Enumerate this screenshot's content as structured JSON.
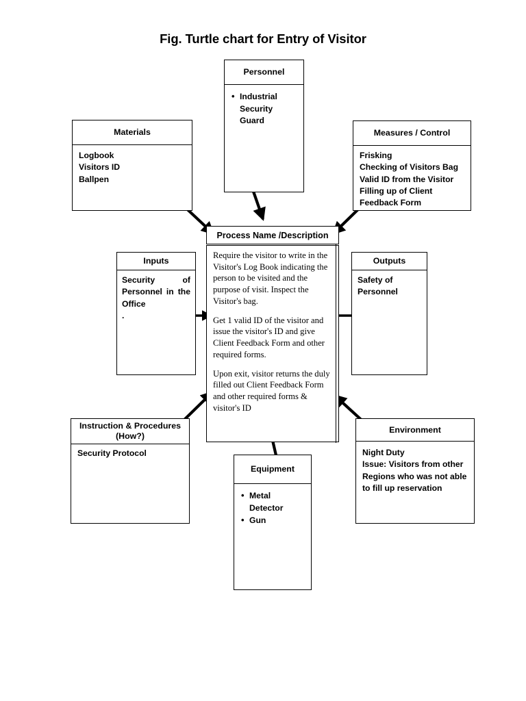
{
  "title": "Fig. Turtle chart for Entry of Visitor",
  "boxes": {
    "personnel": {
      "header": "Personnel",
      "bullets": [
        "Industrial Security Guard"
      ]
    },
    "materials": {
      "header": "Materials",
      "lines": [
        "Logbook",
        "Visitors ID",
        "Ballpen"
      ]
    },
    "measures": {
      "header": "Measures / Control",
      "lines": [
        "Frisking",
        "Checking of Visitors Bag",
        "Valid ID from the Visitor",
        "Filling up of Client",
        "Feedback Form"
      ]
    },
    "inputs": {
      "header": "Inputs",
      "text": "Security of Personnel in the Office",
      "extra": "."
    },
    "outputs": {
      "header": "Outputs",
      "lines": [
        "Safety of",
        "Personnel"
      ]
    },
    "process": {
      "header": "Process Name /Description",
      "paragraphs": [
        "Require the visitor to write in the Visitor's Log Book indicating the person to be visited and the purpose of visit.\nInspect the Visitor's bag.",
        "Get 1 valid ID of the visitor and issue the visitor's ID and give Client Feedback Form and other required forms.",
        "Upon exit, visitor returns the duly filled out Client Feedback Form and other required forms & visitor's ID"
      ]
    },
    "instruction": {
      "header_line1": "Instruction & Procedures",
      "header_line2": "(How?)",
      "lines": [
        "Security Protocol"
      ]
    },
    "environment": {
      "header": "Environment",
      "lines": [
        "Night Duty",
        "Issue: Visitors from other",
        "Regions who was not able",
        "to fill up reservation"
      ]
    },
    "equipment": {
      "header": "Equipment",
      "bullets": [
        "Metal Detector",
        "Gun"
      ]
    }
  },
  "arrows": [
    {
      "name": "materials-to-process",
      "from": "materials",
      "to": "process"
    },
    {
      "name": "personnel-to-process",
      "from": "personnel",
      "to": "process"
    },
    {
      "name": "measures-to-process",
      "from": "measures",
      "to": "process"
    },
    {
      "name": "inputs-to-process",
      "from": "inputs",
      "to": "process"
    },
    {
      "name": "process-to-outputs",
      "from": "process",
      "to": "outputs"
    },
    {
      "name": "instruction-to-process",
      "from": "instruction",
      "to": "process"
    },
    {
      "name": "equipment-to-process",
      "from": "equipment",
      "to": "process"
    },
    {
      "name": "environment-to-process",
      "from": "environment",
      "to": "process"
    }
  ],
  "colors": {
    "stroke": "#000000",
    "background": "#ffffff",
    "text": "#000000"
  }
}
